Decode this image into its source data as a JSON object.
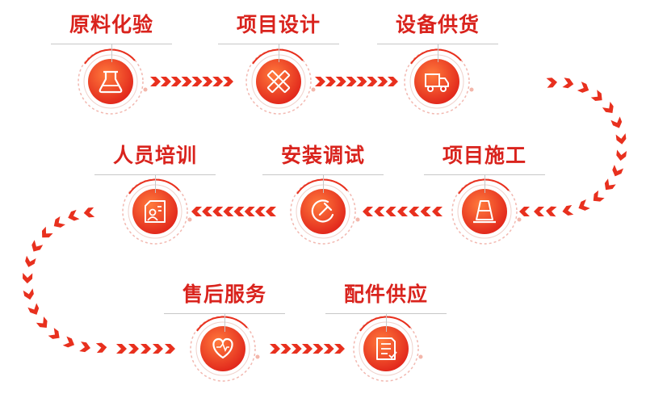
{
  "process": {
    "steps": [
      {
        "label": "原料化验",
        "icon": "flask-icon"
      },
      {
        "label": "项目设计",
        "icon": "pencil-ruler-icon"
      },
      {
        "label": "设备供货",
        "icon": "truck-icon"
      },
      {
        "label": "项目施工",
        "icon": "traffic-cone-icon"
      },
      {
        "label": "安装调试",
        "icon": "wrench-icon"
      },
      {
        "label": "人员培训",
        "icon": "trainee-icon"
      },
      {
        "label": "配件供应",
        "icon": "checklist-icon"
      },
      {
        "label": "售后服务",
        "icon": "heart-icon"
      }
    ]
  },
  "colors": {
    "accent": "#e8301e",
    "accent_light": "#ff6a3d",
    "label": "#d9231d",
    "ring": "#f2b8b0"
  }
}
